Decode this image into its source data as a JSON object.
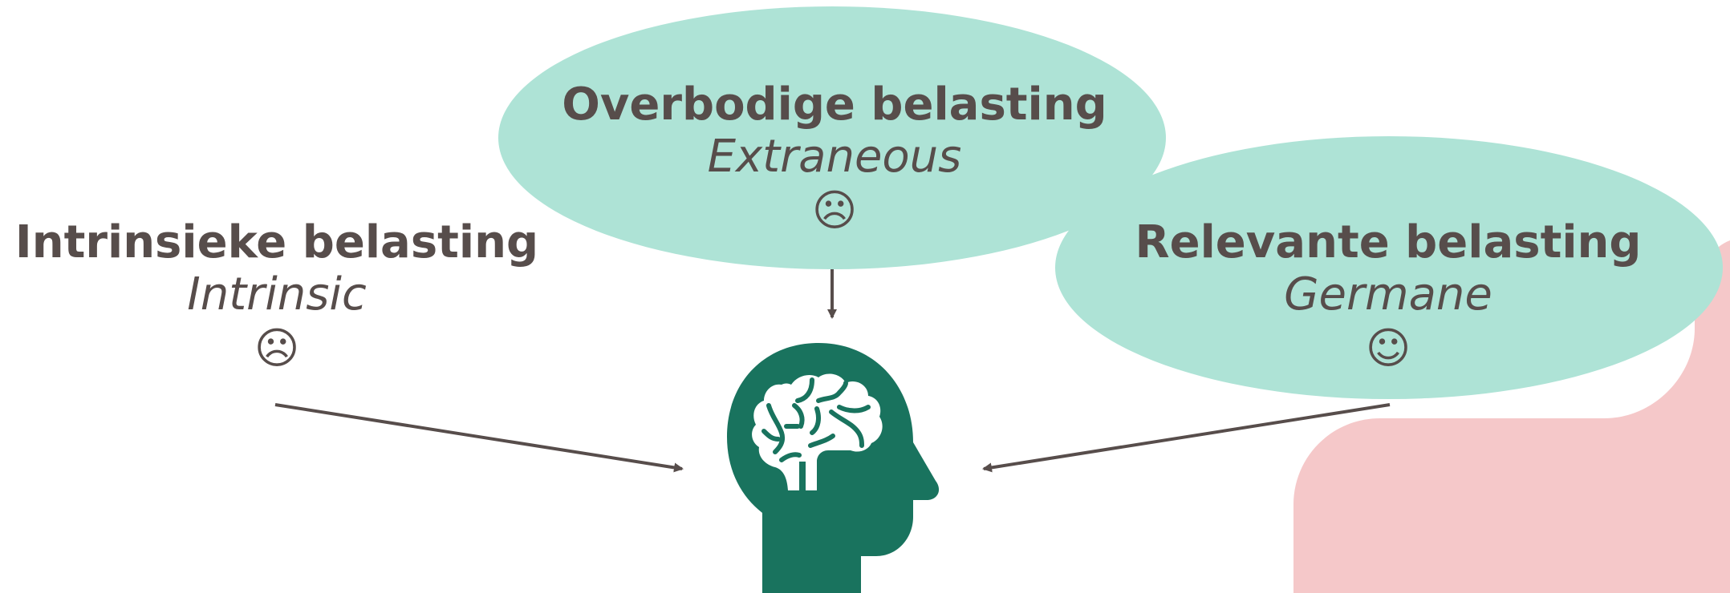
{
  "intrinsic": {
    "title": "Intrinsieke belasting",
    "subtitle": "Intrinsic",
    "face": "☹"
  },
  "extraneous": {
    "title": "Overbodige belasting",
    "subtitle": "Extraneous",
    "face": "☹"
  },
  "germane": {
    "title": "Relevante belasting",
    "subtitle": "Germane",
    "face": "☺"
  },
  "colors": {
    "ellipse_fill": "#aee3d6",
    "pink_shape": "#f5c8c9",
    "head_icon": "#19735e",
    "text": "#574d4b",
    "arrow": "#574d4b"
  },
  "icons": {
    "center": "head-with-brain-icon"
  }
}
